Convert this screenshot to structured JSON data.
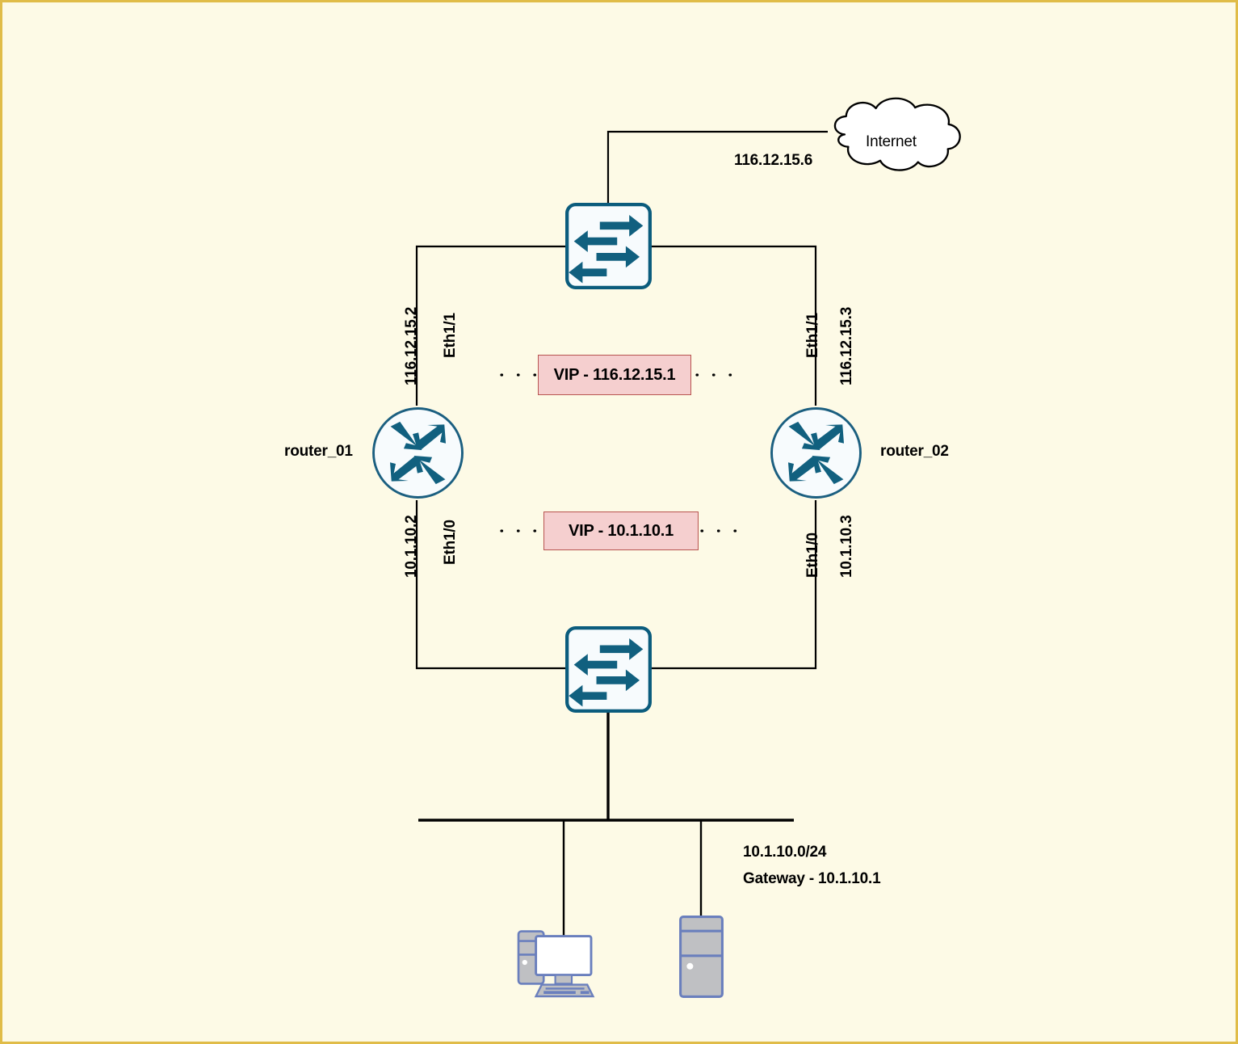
{
  "diagram": {
    "title": "Router redundancy VRRP network diagram",
    "background_color": "#fdfae6",
    "border_color": "#e0bc48",
    "device_stroke_color": "#0b5c7d",
    "vip_fill_color": "#f5cfcf",
    "vip_border_color": "#b85450",
    "pc_fill_color": "#bfc0c3",
    "pc_stroke_color": "#6a7fbd"
  },
  "cloud": {
    "label": "Internet",
    "ip_label": "116.12.15.6"
  },
  "switches": [
    {
      "name": "top-switch",
      "label": ""
    },
    {
      "name": "bottom-switch",
      "label": ""
    }
  ],
  "routers": [
    {
      "name": "router_01",
      "label": "router_01"
    },
    {
      "name": "router_02",
      "label": "router_02"
    }
  ],
  "vips": [
    {
      "name": "vip-wan",
      "label": "VIP - 116.12.15.1"
    },
    {
      "name": "vip-lan",
      "label": "VIP - 10.1.10.1"
    }
  ],
  "interfaces": {
    "router1_wan_ip": "116.12.15.2",
    "router1_wan_if": "Eth1/1",
    "router1_lan_ip": "10.1.10.2",
    "router1_lan_if": "Eth1/0",
    "router2_wan_ip": "116.12.15.3",
    "router2_wan_if": "Eth1/1",
    "router2_lan_ip": "10.1.10.3",
    "router2_lan_if": "Eth1/0"
  },
  "lan": {
    "subnet": "10.1.10.0/24",
    "gateway": "Gateway - 10.1.10.1"
  },
  "hosts": [
    {
      "name": "workstation",
      "icon": "desktop-pc-icon"
    },
    {
      "name": "server",
      "icon": "server-tower-icon"
    }
  ],
  "icons": {
    "switch": "switch-icon",
    "router": "router-icon",
    "cloud": "cloud-icon",
    "pc": "desktop-pc-icon",
    "server": "server-tower-icon"
  }
}
